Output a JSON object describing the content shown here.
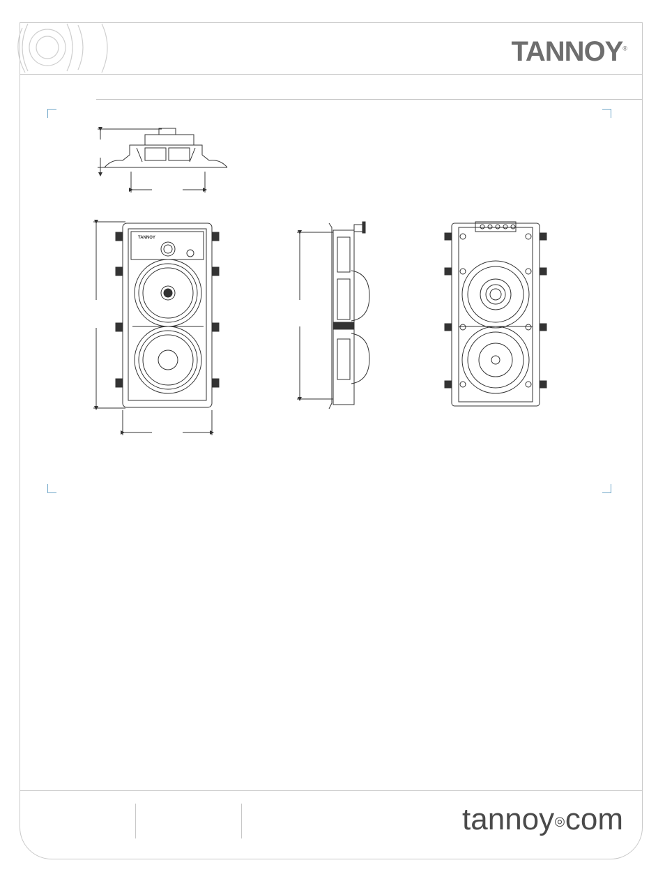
{
  "header": {
    "brand": "TANNOY",
    "registered_mark": "®"
  },
  "footer": {
    "site_name": "tannoy",
    "site_mark": "◎",
    "site_tld": "com"
  },
  "drawing": {
    "speaker_badge": "TANNOY"
  },
  "colors": {
    "frame": "#c8c8c8",
    "crop_marks": "#6fa6c8",
    "line": "#333333",
    "logo": "#6e6e6e"
  }
}
